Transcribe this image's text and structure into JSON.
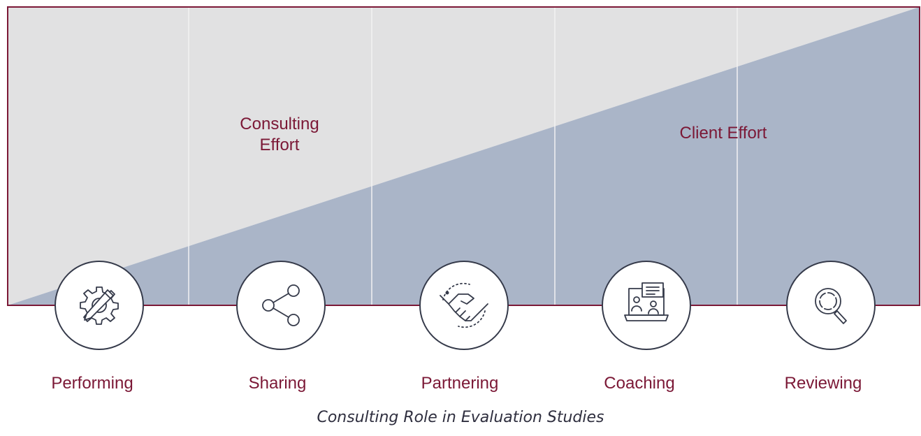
{
  "diagram": {
    "regions": {
      "consulting_label": "Consulting\nEffort",
      "client_label": "Client Effort"
    },
    "stages": [
      {
        "label": "Performing",
        "icon": "gear-pencil-icon"
      },
      {
        "label": "Sharing",
        "icon": "share-icon"
      },
      {
        "label": "Partnering",
        "icon": "handshake-icon"
      },
      {
        "label": "Coaching",
        "icon": "laptop-chat-icon"
      },
      {
        "label": "Reviewing",
        "icon": "magnifier-icon"
      }
    ],
    "caption": "Consulting Role in Evaluation Studies"
  },
  "colors": {
    "consulting_fill": "#e1e1e2",
    "client_fill": "#aab5c8",
    "frame": "#7b1836",
    "divider": "#f2f2f2",
    "icon_stroke": "#353a4a",
    "label": "#7b1836"
  }
}
